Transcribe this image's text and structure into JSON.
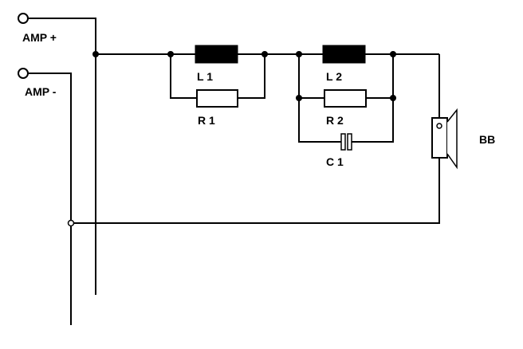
{
  "terminals": {
    "amp_plus": "AMP +",
    "amp_minus": "AMP -"
  },
  "components": {
    "l1": "L 1",
    "r1": "R 1",
    "l2": "L 2",
    "r2": "R 2",
    "c1": "C 1",
    "speaker": "BB"
  },
  "colors": {
    "line": "#000000",
    "background": "#ffffff"
  }
}
